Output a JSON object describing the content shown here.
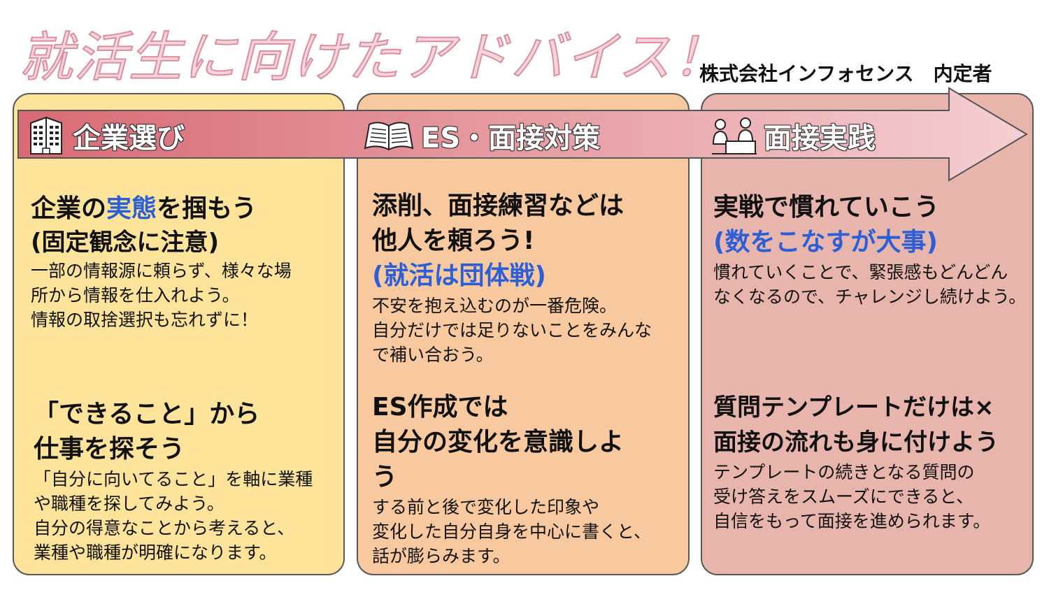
{
  "title": "就活生に向けたアドバイス！",
  "subtitle": "株式会社インフォセンス　内定者",
  "colors": {
    "col1": "#fde49a",
    "col2": "#f8c99e",
    "col3": "#e8b5ad",
    "arrow_start": "#d86a74",
    "arrow_end": "#f4cfd2",
    "highlight": "#2c5fd6"
  },
  "steps": [
    {
      "icon": "building-icon",
      "label": "企業選び"
    },
    {
      "icon": "open-book-icon",
      "label": "ES・面接対策"
    },
    {
      "icon": "interview-icon",
      "label": "面接実践"
    }
  ],
  "col1": {
    "b1": {
      "h_pre": "企業の",
      "h_hl": "実態",
      "h_post": "を掴もう",
      "h2": "(固定観念に注意)",
      "lines": [
        "一部の情報源に頼らず、様々な場",
        "所から情報を仕入れよう。",
        "情報の取捨選択も忘れずに！"
      ]
    },
    "b2": {
      "h1": "「できること」から",
      "h2": "仕事を探そう",
      "lines": [
        "「自分に向いてること」を軸に業種",
        "や職種を探してみよう。",
        "自分の得意なことから考えると、",
        "業種や職種が明確になります。"
      ]
    }
  },
  "col2": {
    "b1": {
      "h1": "添削、面接練習などは",
      "h2": "他人を頼ろう!",
      "h3": "(就活は団体戦)",
      "lines": [
        "不安を抱え込むのが一番危険。",
        "自分だけでは足りないことをみんな",
        "で補い合おう。"
      ]
    },
    "b2": {
      "h1": "ES作成では",
      "h2": "自分の変化を意識しよ",
      "h3": "う",
      "lines": [
        "する前と後で変化した印象や",
        "変化した自分自身を中心に書くと、",
        "話が膨らみます。"
      ]
    }
  },
  "col3": {
    "b1": {
      "h1": "実戦で慣れていこう",
      "h2": "(数をこなすが大事)",
      "lines": [
        "慣れていくことで、緊張感もどんどん",
        "なくなるので、チャレンジし続けよう。"
      ]
    },
    "b2": {
      "h1": "質問テンプレートだけは×",
      "h2": "面接の流れも身に付けよう",
      "lines": [
        "テンプレートの続きとなる質問の",
        "受け答えをスムーズにできると、",
        "自信をもって面接を進められます。"
      ]
    }
  }
}
